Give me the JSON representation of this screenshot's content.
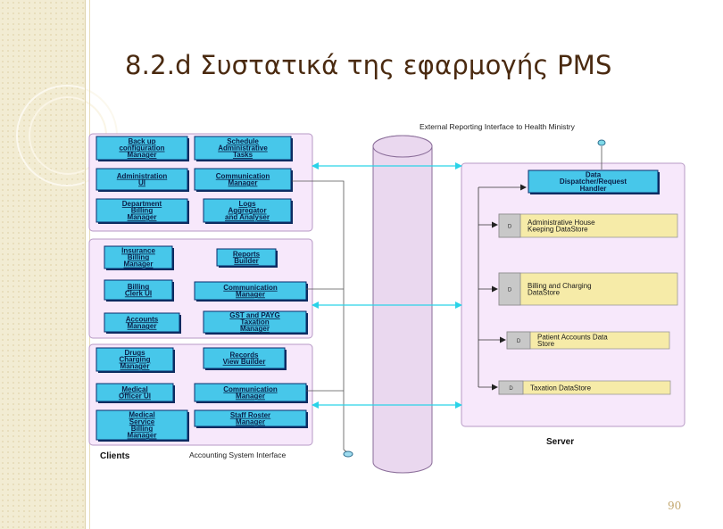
{
  "slide": {
    "title": "8.2.d Συστατικά της εφαρμογής PMS",
    "page_number": "90"
  },
  "diagram": {
    "external_interface_label": "External Reporting Interface to Health Ministry",
    "accounting_interface_label": "Accounting System Interface",
    "clients_label": "Clients",
    "server_label": "Server",
    "client_groups": [
      {
        "modules": [
          [
            "Back up",
            "configuration",
            "Manager"
          ],
          [
            "Schedule",
            "Administrative",
            "Tasks"
          ],
          [
            "Administration",
            "UI"
          ],
          [
            "Communication",
            "Manager"
          ],
          [
            "Department",
            "Billing",
            "Manager"
          ],
          [
            "Logs",
            "Aggregator",
            "and Analyser"
          ]
        ]
      },
      {
        "modules": [
          [
            "Insurance",
            "Billing",
            "Manager"
          ],
          [
            "Reports",
            "Builder"
          ],
          [
            "Billing",
            "Clerk UI"
          ],
          [
            "Communication",
            "Manager"
          ],
          [
            "Accounts",
            "Manager"
          ],
          [
            "GST and PAYG",
            "Taxation",
            "Manager"
          ]
        ]
      },
      {
        "modules": [
          [
            "Drugs",
            "Charging",
            "Manager"
          ],
          [
            "Records",
            "View Builder"
          ],
          [
            "Medical",
            "Officer UI"
          ],
          [
            "Communication",
            "Manager"
          ],
          [
            "Medical",
            "Service",
            "Billing",
            "Manager"
          ],
          [
            "Staff Roster",
            "Manager"
          ]
        ]
      }
    ],
    "server_components": {
      "dispatcher": [
        "Data",
        "Dispatcher/Request",
        "Handler"
      ],
      "datastores": [
        {
          "tag": "D",
          "label": [
            "Administrative House",
            "Keeping DataStore"
          ]
        },
        {
          "tag": "D",
          "label": [
            "Billing and Charging",
            "DataStore"
          ]
        },
        {
          "tag": "D",
          "label": [
            "Patient Accounts Data",
            "Store"
          ]
        },
        {
          "tag": "D",
          "label": [
            "Taxation DataStore"
          ]
        }
      ]
    }
  }
}
